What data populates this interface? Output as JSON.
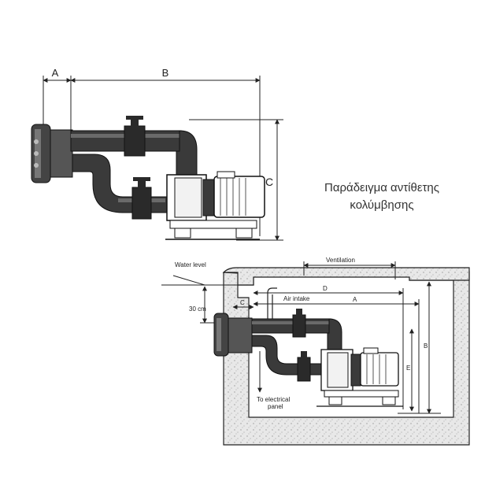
{
  "caption": {
    "line1": "Παράδειγμα αντίθετης",
    "line2": "κολύμβησης"
  },
  "top_diagram": {
    "dim_a": "A",
    "dim_b": "B",
    "dim_c": "C"
  },
  "bottom_diagram": {
    "water_level": "Water level",
    "ventilation": "Ventilation",
    "dim_d": "D",
    "air_intake": "Air intake",
    "dim_a": "A",
    "dim_c": "C",
    "depth": "30 cm",
    "dim_b": "B",
    "dim_e": "E",
    "electrical_line1": "To electrical",
    "electrical_line2": "panel"
  },
  "colors": {
    "pipe": "#3a3a3a",
    "pipe_highlight": "#6a6a6a",
    "concrete_bg": "#e6e6e6",
    "line": "#222222"
  }
}
